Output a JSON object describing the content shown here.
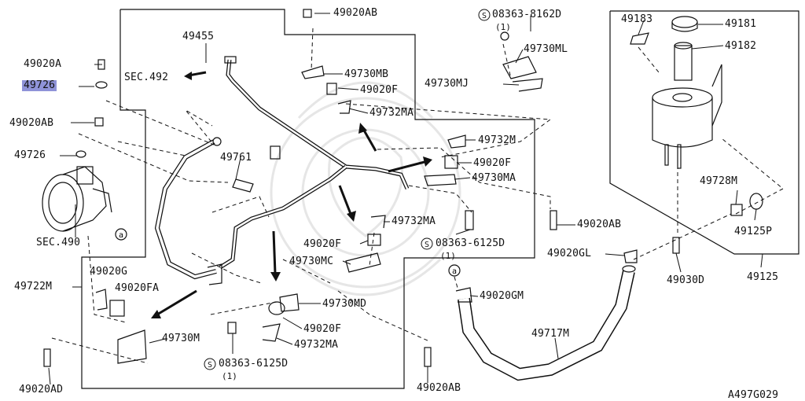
{
  "diagram_code": "A497G029",
  "part_labels": {
    "p49020AB_top": "49020AB",
    "p49455": "49455",
    "sec492": "SEC.492",
    "p49020A": "49020A",
    "p49726_hl": "49726",
    "p49020AB_left": "49020AB",
    "p49726": "49726",
    "sec490": "SEC.490",
    "p49722M": "49722M",
    "p49020G": "49020G",
    "p49020FA": "49020FA",
    "p49730M": "49730M",
    "p49020AD": "49020AD",
    "p49761": "49761",
    "p49730MB": "49730MB",
    "p49020F_a": "49020F",
    "p49732MA_a": "49732MA",
    "p08363_8162D": "08363-8162D",
    "p49730ML": "49730ML",
    "p49730MJ": "49730MJ",
    "p49732M": "49732M",
    "p49020F_b": "49020F",
    "p49730MA": "49730MA",
    "p49732MA_b": "49732MA",
    "p49020F_c": "49020F",
    "p08363_6125D_a": "08363-6125D",
    "p49730MC": "49730MC",
    "p49730MD": "49730MD",
    "p49020F_d": "49020F",
    "p49732MA_c": "49732MA",
    "p08363_6125D_b": "08363-6125D",
    "p49020AB_right": "49020AB",
    "p49020GL": "49020GL",
    "p49020GM": "49020GM",
    "p49717M": "49717M",
    "p49020AB_bottom": "49020AB",
    "p49183": "49183",
    "p49181": "49181",
    "p49182": "49182",
    "p49728M": "49728M",
    "p49125P": "49125P",
    "p49030D": "49030D",
    "p49125": "49125"
  },
  "quantities": {
    "q_8162D": "(1)",
    "q_6125D_a": "(1)",
    "q_6125D_b": "(1)"
  },
  "ref_markers": {
    "marker": "a"
  },
  "colors": {
    "highlight": "#8f93d8",
    "line": "#111111",
    "watermark": "#e6e6e6"
  }
}
